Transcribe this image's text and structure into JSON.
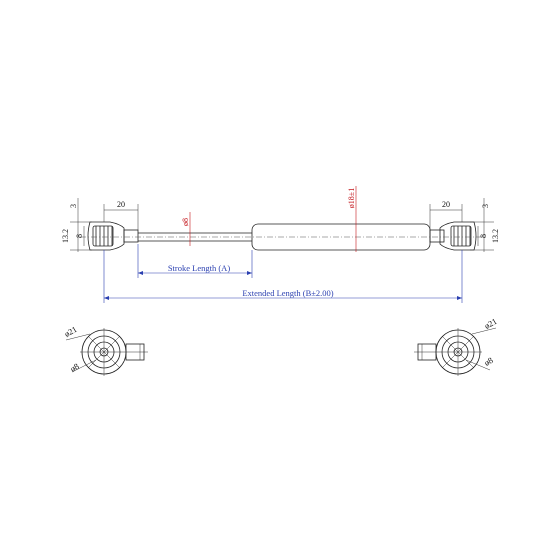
{
  "colors": {
    "dimension_blue": "#2a3fb0",
    "accent_red": "#c4161c",
    "outline": "#222222"
  },
  "dimensions": {
    "left_end_length": "20",
    "right_end_length": "20",
    "left_top_offset": "3",
    "right_top_offset": "3",
    "left_inner_height": "8",
    "right_inner_height": "8",
    "left_outer_height": "13.2",
    "right_outer_height": "13.2",
    "rod_diameter": "ø8",
    "tube_diameter": "ø18±1",
    "stroke_length": "Stroke Length (A)",
    "extended_length": "Extended Length (B±2.00)"
  },
  "end_views": {
    "left_outer_diameter": "ø21",
    "left_inner_diameter": "ø8",
    "right_outer_diameter": "ø21",
    "right_inner_diameter": "ø8"
  }
}
